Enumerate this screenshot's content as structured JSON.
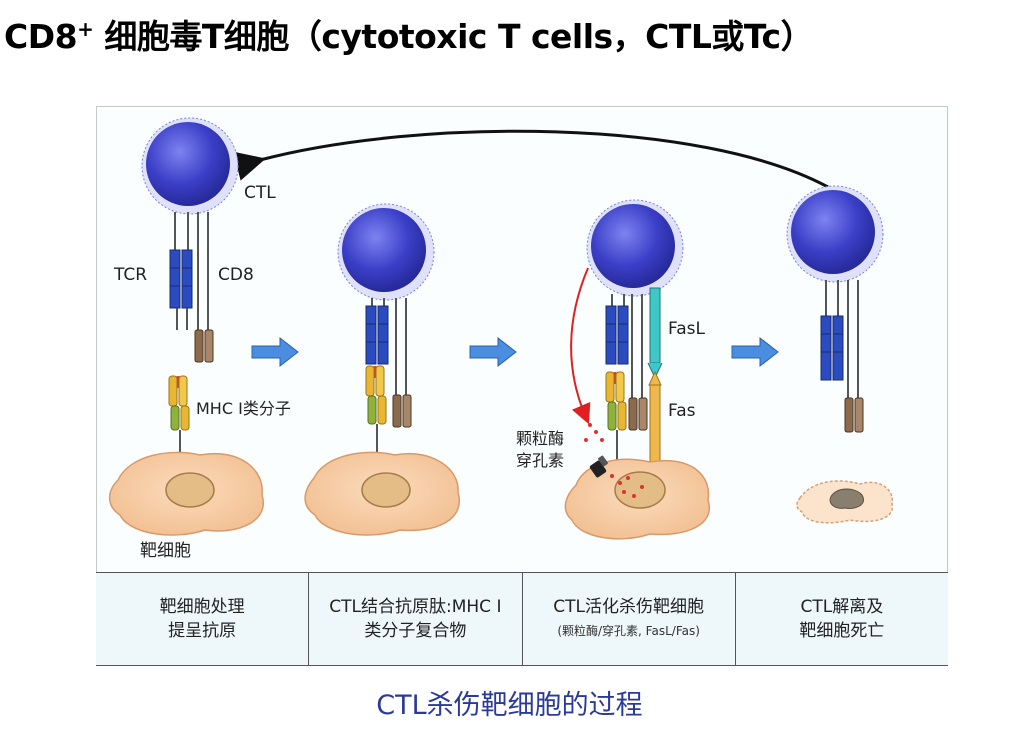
{
  "title": {
    "prefix": "CD8",
    "superscript": "+",
    "suffix": " 细胞毒T细胞（cytotoxic T cells，CTL或Tc）"
  },
  "labels": {
    "ctl": "CTL",
    "tcr": "TCR",
    "cd8": "CD8",
    "mhc": "MHC Ⅰ类分子",
    "target_cell": "靶细胞",
    "fasl": "FasL",
    "fas": "Fas",
    "granzyme_line1": "颗粒酶",
    "granzyme_line2": "穿孔素"
  },
  "captions": [
    {
      "line1": "靶细胞处理",
      "line2": "提呈抗原",
      "sub": ""
    },
    {
      "line1": "CTL结合抗原肽:MHC Ⅰ",
      "line2": "类分子复合物",
      "sub": ""
    },
    {
      "line1": "CTL活化杀伤靶细胞",
      "line2": "",
      "sub": "(颗粒酶/穿孔素, FasL/Fas)"
    },
    {
      "line1": "CTL解离及",
      "line2": "靶细胞死亡",
      "sub": ""
    }
  ],
  "bottom_title": "CTL杀伤靶细胞的过程",
  "colors": {
    "ctl_cell": "#3b3fc8",
    "tcr": "#2b4cc0",
    "cd8": "#8b6a4e",
    "mhc_yellow": "#e9b632",
    "mhc_green": "#8fb23a",
    "target_cell": "#f6c8a0",
    "nucleus": "#e3bc86",
    "fasl": "#3fc6c6",
    "fas": "#f0b84a",
    "arrow_blue": "#4b8ee0",
    "caption_text": "#2a3a9c"
  }
}
